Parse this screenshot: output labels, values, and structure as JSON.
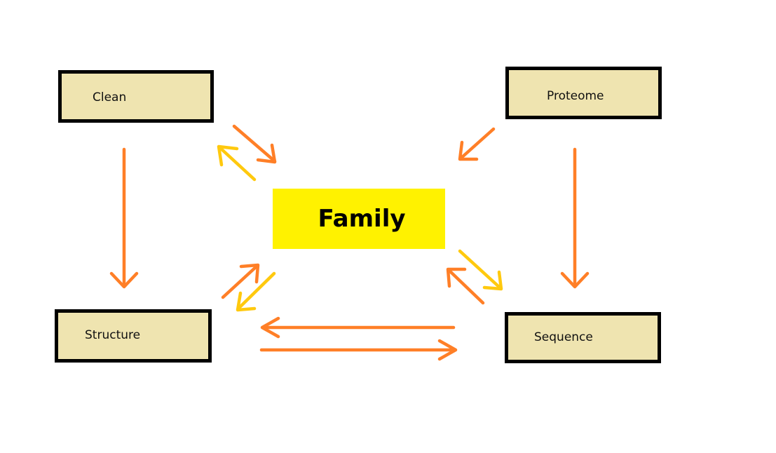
{
  "nodes": {
    "center": "Family",
    "top_left": "Clean",
    "top_right": "Proteome",
    "bottom_left": "Structure",
    "bottom_right": "Sequence"
  },
  "colors": {
    "box_fill": "#efe4b0",
    "box_border": "#000000",
    "center_fill": "#fff200",
    "arrow_orange": "#ff7f27",
    "arrow_yellow": "#ffc90e"
  },
  "edges": [
    {
      "from": "Clean",
      "to": "Structure"
    },
    {
      "from": "Proteome",
      "to": "Sequence"
    },
    {
      "from": "Clean",
      "to": "Family"
    },
    {
      "from": "Family",
      "to": "Clean"
    },
    {
      "from": "Proteome",
      "to": "Family"
    },
    {
      "from": "Structure",
      "to": "Family"
    },
    {
      "from": "Family",
      "to": "Structure"
    },
    {
      "from": "Family",
      "to": "Sequence"
    },
    {
      "from": "Sequence",
      "to": "Family"
    },
    {
      "from": "Sequence",
      "to": "Structure"
    },
    {
      "from": "Structure",
      "to": "Sequence"
    }
  ]
}
